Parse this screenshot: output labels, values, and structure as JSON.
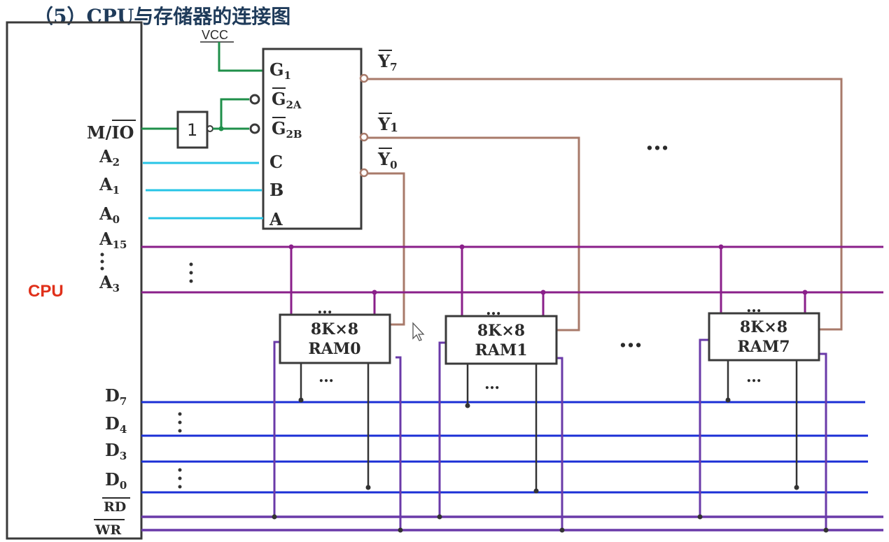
{
  "title": "（5）CPU与存储器的连接图",
  "cpu": {
    "label": "CPU"
  },
  "vcc": "VCC",
  "gate": {
    "label": "1"
  },
  "decoder": {
    "inputs": [
      {
        "id": "g1",
        "base": "G",
        "sub": "1",
        "bar": false
      },
      {
        "id": "g2a",
        "base": "G",
        "sub": "2A",
        "bar": true
      },
      {
        "id": "g2b",
        "base": "G",
        "sub": "2B",
        "bar": true
      },
      {
        "id": "c",
        "base": "C",
        "sub": "",
        "bar": false
      },
      {
        "id": "b",
        "base": "B",
        "sub": "",
        "bar": false
      },
      {
        "id": "a",
        "base": "A",
        "sub": "",
        "bar": false
      }
    ],
    "outputs": [
      {
        "id": "y7",
        "base": "Y",
        "sub": "7"
      },
      {
        "id": "y1",
        "base": "Y",
        "sub": "1"
      },
      {
        "id": "y0",
        "base": "Y",
        "sub": "0"
      }
    ]
  },
  "cpu_signals": {
    "mio": "M/IO",
    "a2": {
      "base": "A",
      "sub": "2"
    },
    "a1": {
      "base": "A",
      "sub": "1"
    },
    "a0": {
      "base": "A",
      "sub": "0"
    },
    "a15": {
      "base": "A",
      "sub": "15"
    },
    "a3": {
      "base": "A",
      "sub": "3"
    },
    "d7": {
      "base": "D",
      "sub": "7"
    },
    "d4": {
      "base": "D",
      "sub": "4"
    },
    "d3": {
      "base": "D",
      "sub": "3"
    },
    "d0": {
      "base": "D",
      "sub": "0"
    },
    "rd": "RD",
    "wr": "WR"
  },
  "rams": [
    {
      "line1": "8K×8",
      "line2": "RAM0"
    },
    {
      "line1": "8K×8",
      "line2": "RAM1"
    },
    {
      "line1": "8K×8",
      "line2": "RAM7"
    }
  ],
  "ellipsis": "…",
  "colors": {
    "green": "#1f8f4a",
    "cyan": "#27c4e6",
    "purple_addr": "#8a1f8a",
    "brown": "#a87a6a",
    "blue_data": "#1b2fd6",
    "purple_ctrl": "#6a3aa8",
    "box": "#3a3a3a"
  }
}
